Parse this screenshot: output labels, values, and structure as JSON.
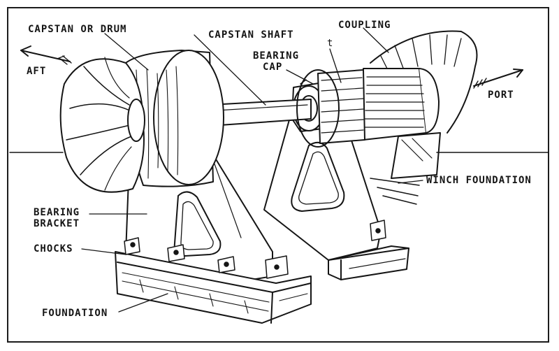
{
  "labels": {
    "capstan_or_drum": "CAPSTAN OR DRUM",
    "capstan_shaft": "CAPSTAN SHAFT",
    "coupling": "COUPLING",
    "bearing_cap_line1": "BEARING",
    "bearing_cap_line2": "CAP",
    "t_marker": "t",
    "aft": "AFT",
    "port": "PORT",
    "winch_foundation": "WINCH FOUNDATION",
    "bearing_bracket_line1": "BEARING",
    "bearing_bracket_line2": "BRACKET",
    "chocks": "CHOCKS",
    "foundation": "FOUNDATION"
  },
  "colors": {
    "ink": "#151515",
    "paper": "#ffffff"
  }
}
